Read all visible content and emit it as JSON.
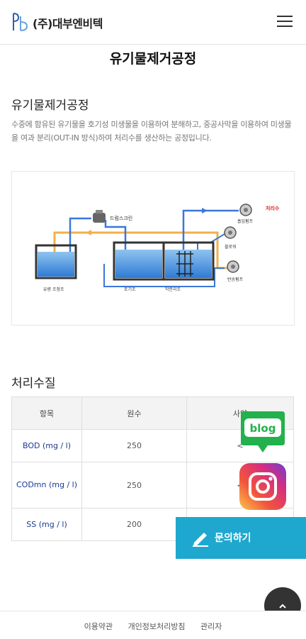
{
  "header": {
    "brand": "(주)대부엔비텍"
  },
  "page_title": "유기물제거공정",
  "section": {
    "heading": "유기물제거공정",
    "description": "수중에 함유된 유기물을 호기성 미생물을 이용하여 분해하고, 중공사막을 이용하여 미생물을 여과 분리(OUT-IN 방식)하여 처리수를 생산하는 공정입니다."
  },
  "diagram": {
    "labels": {
      "drum_screen": "드럼스크린",
      "treated_water": "처리수",
      "suction_pump": "흡입펌프",
      "blower": "블로워",
      "return_pump": "반송펌프",
      "equalization_tank": "유량 조정조",
      "aeration_tank": "포기조",
      "membrane_tank": "막분리조"
    },
    "colors": {
      "flow_blue": "#3a78d8",
      "flow_orange": "#f2b04b",
      "accent_red": "#e0262a"
    }
  },
  "quality": {
    "heading": "처리수질",
    "columns": [
      "항목",
      "원수",
      "사양"
    ],
    "rows": [
      {
        "item": "BOD (mg / l)",
        "raw": "250",
        "spec": "<"
      },
      {
        "item": "CODmn (mg / l)",
        "raw": "250",
        "spec": "<"
      },
      {
        "item": "SS (mg / l)",
        "raw": "200",
        "spec": "<"
      }
    ]
  },
  "floating": {
    "blog_label": "blog",
    "contact_label": "문의하기",
    "contact_color": "#1fa8cf",
    "blog_color": "#23b14d"
  },
  "footer": {
    "links": [
      "이용약관",
      "개인정보처리방침",
      "관리자"
    ]
  }
}
